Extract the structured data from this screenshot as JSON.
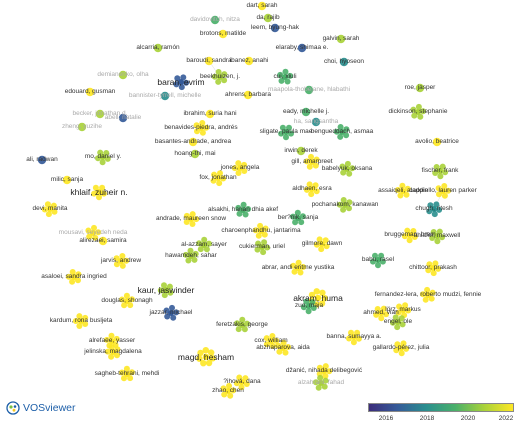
{
  "app": {
    "logo_text": "VOSviewer"
  },
  "legend": {
    "ticks": [
      "2016",
      "2018",
      "2020",
      "2022"
    ]
  },
  "palette": {
    "y2015": "#3b2c7a",
    "y2016": "#355b99",
    "y2018": "#2a8f8e",
    "y2019": "#4ab06a",
    "y2020": "#a9d23a",
    "y2022": "#fde725"
  },
  "authors": [
    {
      "label": "dart, sarah"
    },
    {
      "label": "da, rajib"
    },
    {
      "label": "davidovitch, nitza"
    },
    {
      "label": "leem, byung-hak"
    },
    {
      "label": "brotons, matilde"
    },
    {
      "label": "galvin, sarah"
    },
    {
      "label": "alcarria, ramón"
    },
    {
      "label": "elaraby, shimaa e."
    },
    {
      "label": "baroudi, sandra"
    },
    {
      "label": "ibanez, anahi"
    },
    {
      "label": "choi, hyoseon"
    },
    {
      "label": "demianenko, olha"
    },
    {
      "label": "beekhuizen, j."
    },
    {
      "label": "cui, xiuli"
    },
    {
      "label": "baran, evrim"
    },
    {
      "label": "edouard, gusman"
    },
    {
      "label": "bannister-tyrrell, michelle"
    },
    {
      "label": "ahrens, barbara"
    },
    {
      "label": "maapola-thobejane, hlabathi"
    },
    {
      "label": "roe, jasper"
    },
    {
      "label": "dickinson, stephanie"
    },
    {
      "label": "becker, jonathan d."
    },
    {
      "label": "abell, natalie"
    },
    {
      "label": "ibrahim, suria hani"
    },
    {
      "label": "eady, michelle j."
    },
    {
      "label": "zheng, yuzihe"
    },
    {
      "label": "ha, sangsantha"
    },
    {
      "label": "benavides-piedra, andrés"
    },
    {
      "label": "sligate, paula mae"
    },
    {
      "label": "bengueddach, asmaa"
    },
    {
      "label": "basantes-andrade, andrea"
    },
    {
      "label": "avolio, beatrice"
    },
    {
      "label": "hoang-thi, mai"
    },
    {
      "label": "irwin, derek"
    },
    {
      "label": "ali, radwan"
    },
    {
      "label": "mo, daniel y."
    },
    {
      "label": "gill, amarpreet"
    },
    {
      "label": "babelyuk, oksana"
    },
    {
      "label": "fischer, frank"
    },
    {
      "label": "jones, angela"
    },
    {
      "label": "milic, sanja"
    },
    {
      "label": "fox, jonathan"
    },
    {
      "label": "aldhaen, esra"
    },
    {
      "label": "assaiqeli, aladdin"
    },
    {
      "label": "cappiello, lauren parker"
    },
    {
      "label": "khlaif, zuheir n."
    },
    {
      "label": "pochanakom, kanawan"
    },
    {
      "label": "alsakhi, hanan dhia akef"
    },
    {
      "label": "chugh, ritesh"
    },
    {
      "label": "devi, manita"
    },
    {
      "label": "ber?nik, sanja"
    },
    {
      "label": "andrade, maureen snow"
    },
    {
      "label": "bruggeman, bram"
    },
    {
      "label": "charoenphandhu, jantarima"
    },
    {
      "label": "mousavi, seyedeh neda"
    },
    {
      "label": "ahiafor, maxwell"
    },
    {
      "label": "alirezaei, samira"
    },
    {
      "label": "al-azzam, sayer"
    },
    {
      "label": "cukierman, uriel"
    },
    {
      "label": "gilmore, dawn"
    },
    {
      "label": "hawamdeh, sahar"
    },
    {
      "label": "jarvis, andrew"
    },
    {
      "label": "babu, rasel"
    },
    {
      "label": "asaloei, sandra ingried"
    },
    {
      "label": "abrar, andi eritme yustika"
    },
    {
      "label": "chittoor, prakash"
    },
    {
      "label": "kaur, jaswinder"
    },
    {
      "label": "douglas, shonagh"
    },
    {
      "label": "akram, huma"
    },
    {
      "label": "zuo, maja"
    },
    {
      "label": "fernandez-lera, roberto mudzi, fennie"
    },
    {
      "label": "jazzar, michael"
    },
    {
      "label": "ahmed, vian"
    },
    {
      "label": "kardum, rona busljeta"
    },
    {
      "label": "feretzakis, george"
    },
    {
      "label": "lörz, markus"
    },
    {
      "label": "engel, ole"
    },
    {
      "label": "alrefaee, yasser"
    },
    {
      "label": "cox, william"
    },
    {
      "label": "banna, sumayya a."
    },
    {
      "label": "jelinska, magdalena"
    },
    {
      "label": "abzhaparova, aida"
    },
    {
      "label": "gallardo-pérez, julia"
    },
    {
      "label": "magd, hesham"
    },
    {
      "label": "sagheb-tehrani, mehdi"
    },
    {
      "label": "džanić, nihada delibegović"
    },
    {
      "label": "?ihová, dana"
    },
    {
      "label": "alzahrani, fahad"
    },
    {
      "label": "zhao, chen"
    }
  ]
}
